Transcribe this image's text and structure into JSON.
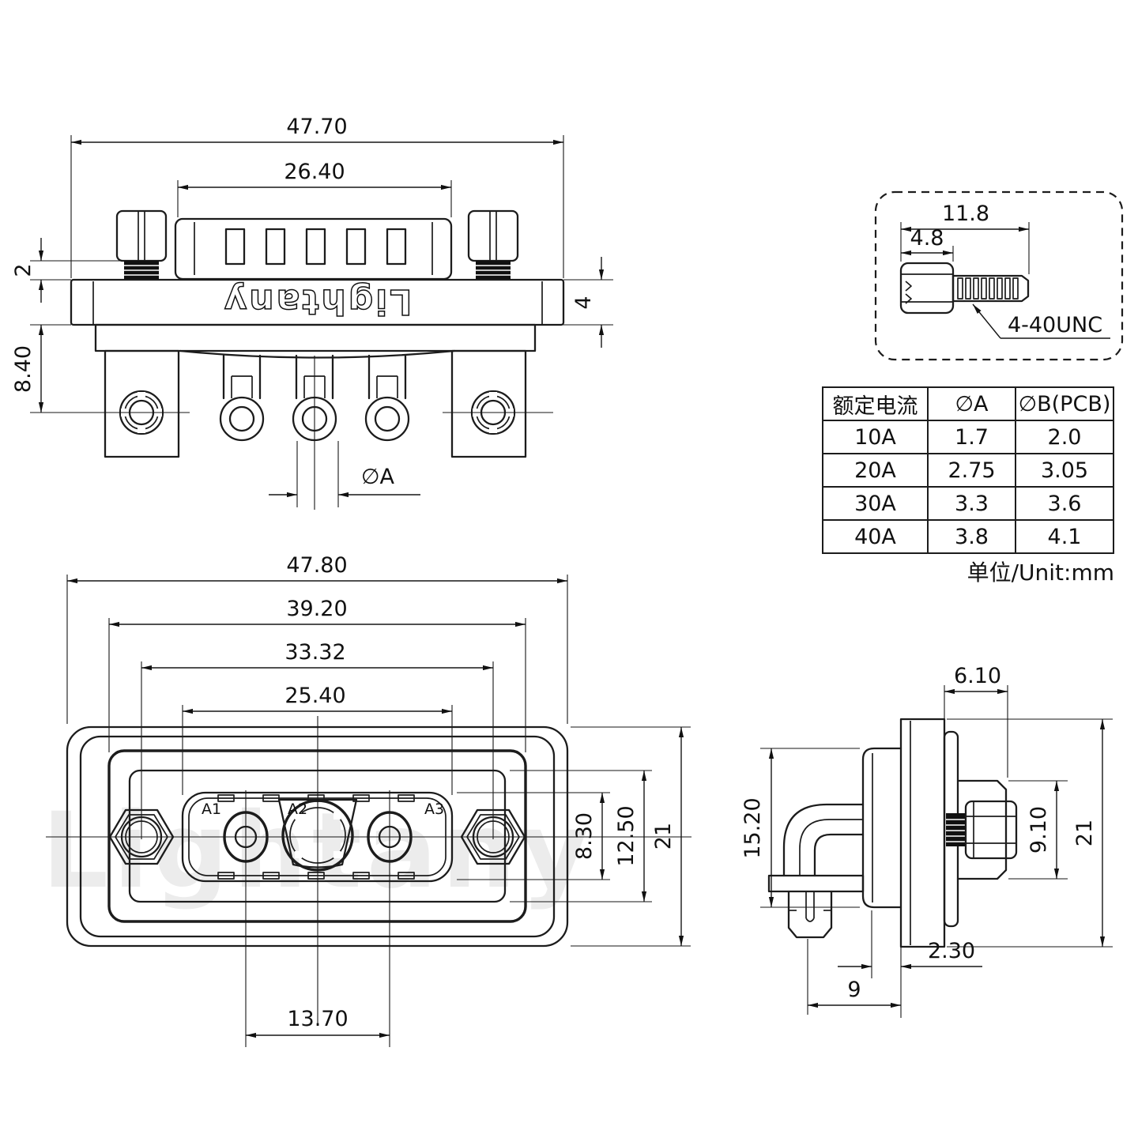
{
  "brand": "Lightany",
  "watermark": "Lightany",
  "units_note": "单位/Unit:mm",
  "views": {
    "rear": {
      "dims": {
        "overall_width": "47.70",
        "insert_width": "26.40",
        "thread_exposed": "2",
        "flange_thickness": "4",
        "bracket_depth": "8.40",
        "pin_diameter": "∅A"
      }
    },
    "screw_detail": {
      "dims": {
        "total_length": "11.8",
        "head_length": "4.8"
      },
      "thread_label": "4-40UNC"
    },
    "face": {
      "dims": {
        "overall_width": "47.80",
        "body_width": "39.20",
        "hole_spacing": "33.32",
        "shroud_width": "25.40",
        "pin_spacing": "13.70",
        "pocket_height": "8.30",
        "shroud_height": "12.50",
        "body_height": "21"
      },
      "pins": [
        "A1",
        "A2",
        "A3"
      ]
    },
    "side": {
      "dims": {
        "boss_length": "6.10",
        "shroud_height": "15.20",
        "boss_height": "9.10",
        "flange_height": "21",
        "panel_step": "2.30",
        "pin_setback": "9"
      }
    }
  },
  "table": {
    "headers": [
      "额定电流",
      "∅A",
      "∅B(PCB)"
    ],
    "rows": [
      [
        "10A",
        "1.7",
        "2.0"
      ],
      [
        "20A",
        "2.75",
        "3.05"
      ],
      [
        "30A",
        "3.3",
        "3.6"
      ],
      [
        "40A",
        "3.8",
        "4.1"
      ]
    ]
  }
}
